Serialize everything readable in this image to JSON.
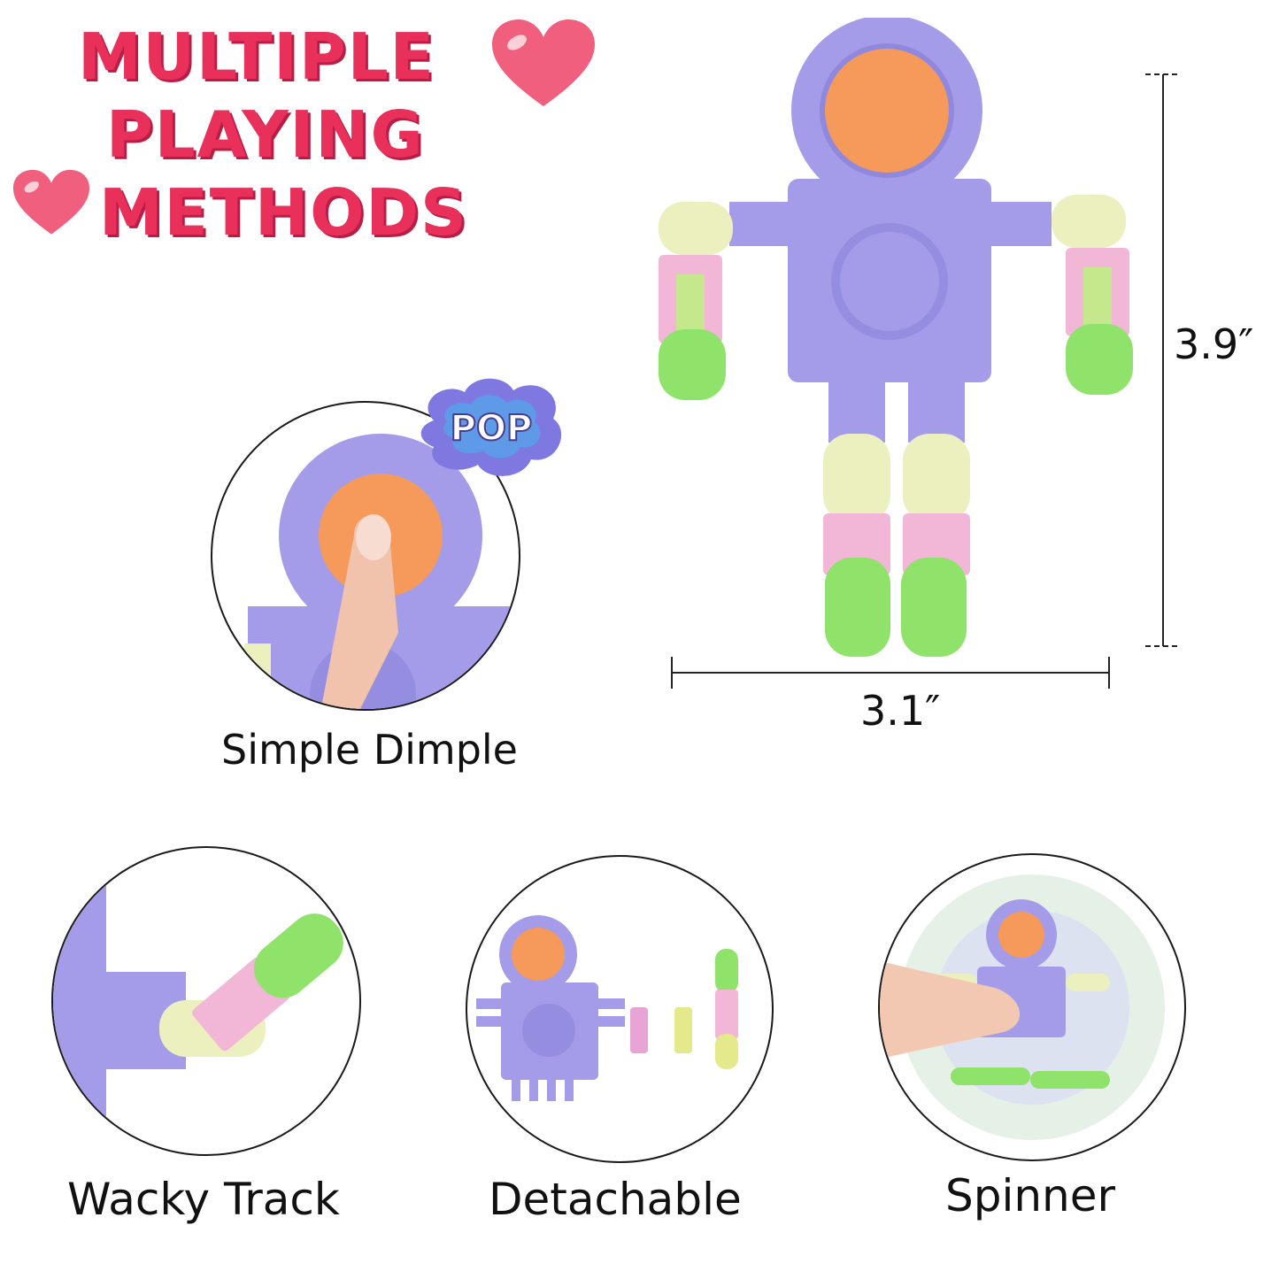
{
  "headline": {
    "line1": "MULTIPLE",
    "line2": "PLAYING",
    "line3": "METHODS"
  },
  "dimensions": {
    "height": "3.9″",
    "width": "3.1″"
  },
  "pop_badge": "POP",
  "features": [
    {
      "label": "Simple Dimple"
    },
    {
      "label": "Wacky Track"
    },
    {
      "label": "Detachable"
    },
    {
      "label": "Spinner"
    }
  ],
  "colors": {
    "headline": "#e8305a",
    "heart": "#f0607e",
    "body_purple": "#a49ce8",
    "pop_orange": "#f59a5a",
    "limb_yellow": "#ecefbe",
    "limb_pink": "#f2b6d6",
    "limb_green": "#8fe26a"
  }
}
